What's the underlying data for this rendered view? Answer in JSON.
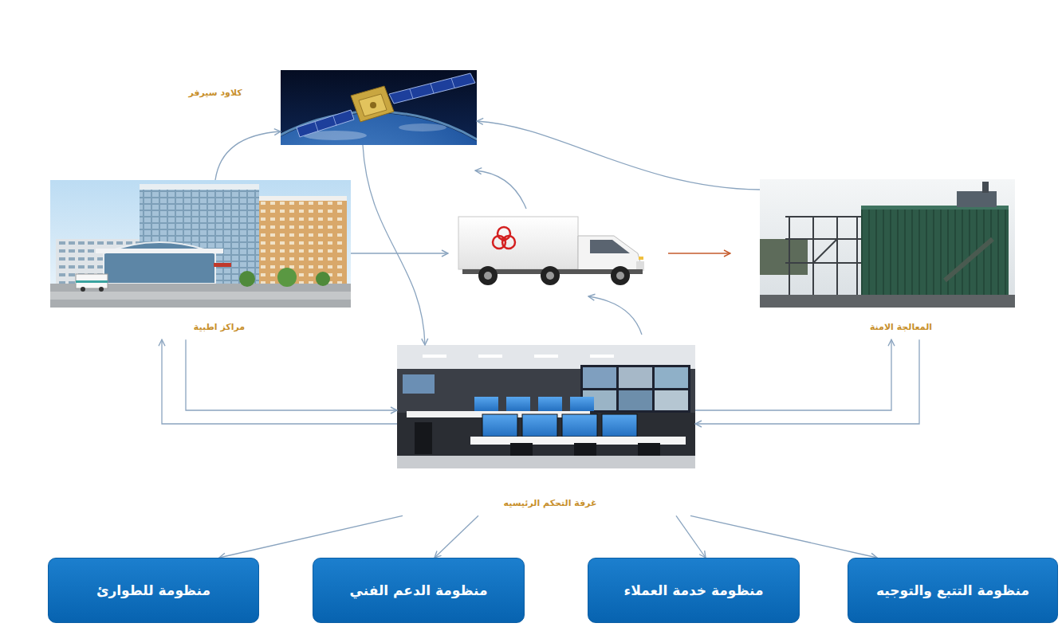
{
  "diagram": {
    "nodes": [
      {
        "text": [
          "كلاود سيرفر"
        ]
      },
      {
        "text": [
          "مراكز اطبية"
        ]
      },
      {
        "text": [
          "المعالجة الامنة"
        ]
      },
      {
        "text": [
          "غرفة التحكم الرئيسيه"
        ]
      },
      {
        "text": [
          "منظومة للطوارئ"
        ]
      },
      {
        "text": [
          "منظومة الدعم الفني"
        ]
      },
      {
        "text": [
          "منظومة خدمة العملاء"
        ]
      },
      {
        "text": [
          "منظومة التتبع والتوجيه"
        ]
      }
    ],
    "edges": [
      {
        "from": 1,
        "to": 0,
        "arrow": "to"
      },
      {
        "from": 2,
        "to": 0,
        "arrow": "to"
      },
      {
        "from": 0,
        "to": 3,
        "arrow": "to"
      },
      {
        "from": 1,
        "to": 3,
        "arrow": "to"
      },
      {
        "from": 3,
        "to": 1,
        "arrow": "to"
      },
      {
        "from": 2,
        "to": 3,
        "arrow": "to"
      },
      {
        "from": 3,
        "to": 2,
        "arrow": "to"
      },
      {
        "from": 3,
        "to": 4,
        "arrow": "to"
      },
      {
        "from": 3,
        "to": 5,
        "arrow": "to"
      },
      {
        "from": 3,
        "to": 6,
        "arrow": "to"
      },
      {
        "from": 3,
        "to": 7,
        "arrow": "to"
      }
    ]
  }
}
